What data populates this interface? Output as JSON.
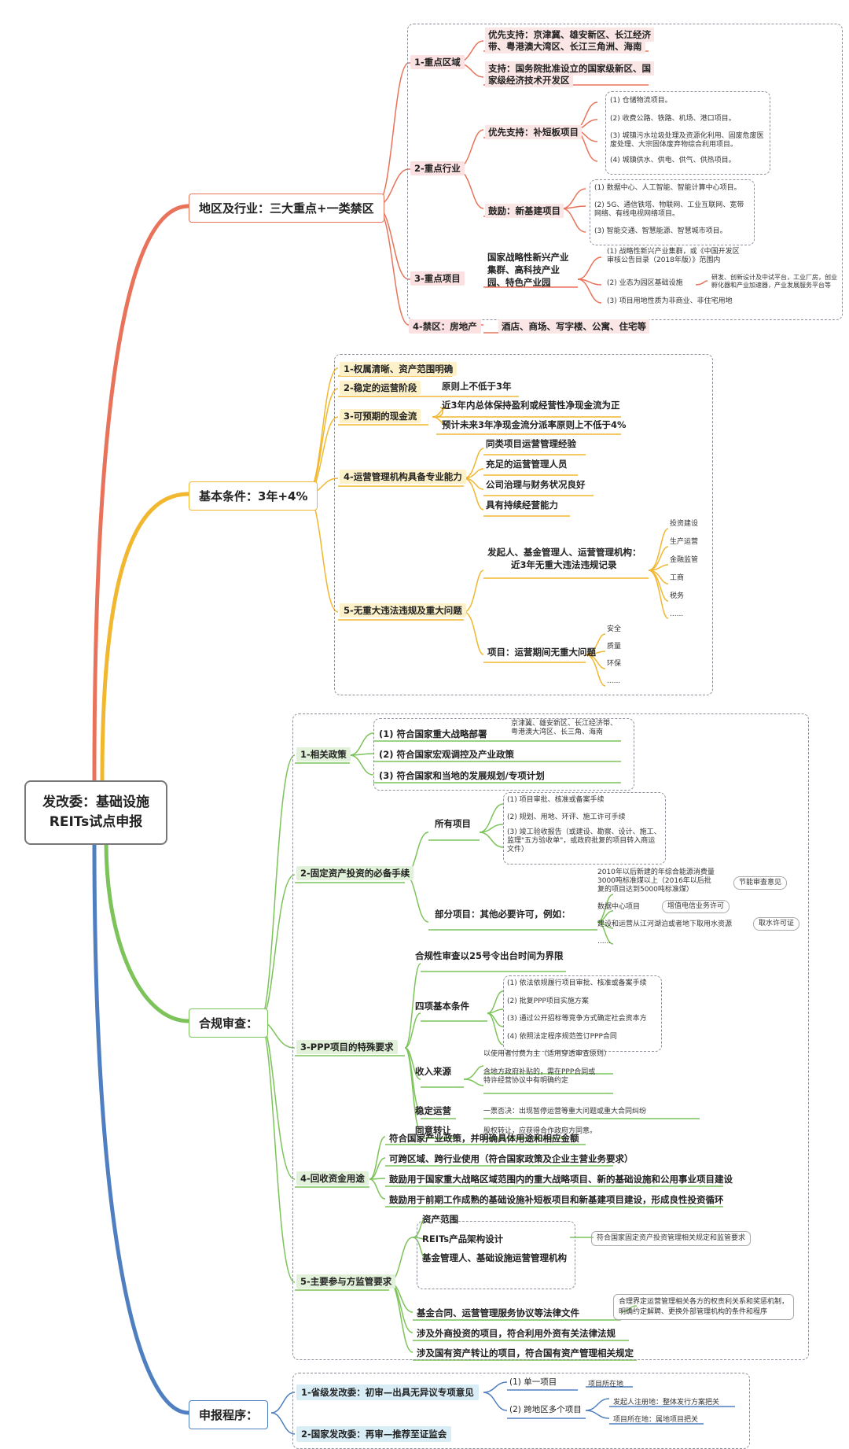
{
  "root": {
    "line1": "发改委：基础设施",
    "line2": "REITs试点申报"
  },
  "branches": {
    "region": {
      "title": "地区及行业：三大重点+一类禁区",
      "color": "#e8735a",
      "area": {
        "label": "1-重点区域",
        "items": [
          "优先支持：京津冀、雄安新区、长江经济",
          "带、粤港澳大湾区、长江三角洲、海南",
          "支持：国务院批准设立的国家级新区、国",
          "家级经济技术开发区"
        ]
      },
      "industry": {
        "label": "2-重点行业",
        "priority": "优先支持：补短板项目",
        "priority_items": [
          "(1) 仓储物流项目。",
          "(2) 收费公路、铁路、机场、港口项目。",
          "(3) 城镇污水垃圾处理及资源化利用、固废危废医",
          "废处理、大宗固体废弃物综合利用项目。",
          "(4) 城镇供水、供电、供气、供热项目。"
        ],
        "encourage": "鼓励：新基建项目",
        "encourage_items": [
          "(1) 数据中心、人工智能、智能计算中心项目。",
          "(2) 5G、通信铁塔、物联网、工业互联网、宽带",
          "网络、有线电视网络项目。",
          "(3) 智能交通、智慧能源、智慧城市项目。"
        ]
      },
      "project": {
        "label": "3-重点项目",
        "name": [
          "国家战略性新兴产业",
          "集群、高科技产业",
          "园、特色产业园"
        ],
        "items": [
          "(1) 战略性新兴产业集群，或《中国开发区",
          "审核公告目录（2018年版）》范围内",
          "(2) 业态为园区基础设施",
          "(3)  项目用地性质为非商业、非住宅用地"
        ],
        "detail": [
          "研发、创新设计及中试平台，工业厂房，创业",
          "孵化器和产业加速器，产业发展服务平台等"
        ]
      },
      "ban": {
        "label": "4-禁区：房地产",
        "items": "酒店、商场、写字楼、公寓、住宅等"
      }
    },
    "basic": {
      "title": "基本条件：3年+4%",
      "color": "#f0b72f",
      "c1": "1-权属清晰、资产范围明确",
      "c2": "2-稳定的运营阶段",
      "c2a": "原则上不低于3年",
      "c3": "3-可预期的现金流",
      "c3a": "近3年内总体保持盈利或经营性净现金流为正",
      "c3b": "预计未来3年净现金流分派率原则上不低于4%",
      "c4": "4-运营管理机构具备专业能力",
      "c4items": [
        "同类项目运营管理经验",
        "充足的运营管理人员",
        "公司治理与财务状况良好",
        "具有持续经营能力"
      ],
      "c5": "5-无重大违法违规及重大问题",
      "c5a": [
        "发起人、基金管理人、运营管理机构：",
        "近3年无重大违法违规记录"
      ],
      "c5a_items": [
        "投资建设",
        "生产运营",
        "金融监管",
        "工商",
        "税务",
        "......"
      ],
      "c5b": "项目：运营期间无重大问题",
      "c5b_items": [
        "安全",
        "质量",
        "环保",
        "......"
      ]
    },
    "compliance": {
      "title": "合规审查：",
      "color": "#7cc35a",
      "p1": "1-相关政策",
      "p1items": [
        "(1) 符合国家重大战略部署",
        "(2) 符合国家宏观调控及产业政策",
        "(3) 符合国家和当地的发展规划/专项计划"
      ],
      "p1note": [
        "京津冀、雄安新区、长江经济带、",
        "粤港澳大湾区、长三角、海南"
      ],
      "p2": "2-固定资产投资的必备手续",
      "p2all": "所有项目",
      "p2all_items": [
        "(1) 项目审批、核准或备案手续",
        "(2) 规划、用地、环评、施工许可手续",
        "(3) 竣工验收报告（或建设、勘察、设计、施工、",
        "监理\"五方验收单\"，或政府批复的项目转入商运",
        "文件）"
      ],
      "p2part": "部分项目：其他必要许可，例如：",
      "p2part_items": [
        "2010年以后新建的年综合能源消费量",
        "3000吨标准煤以上（2016年以后批",
        "复的项目达到5000吨标准煤）",
        "数据中心项目",
        "建设和运营从江河湖泊或者地下取用水资源",
        "......"
      ],
      "p2part_notes": [
        "节能审查意见",
        "增值电信业务许可",
        "取水许可证"
      ],
      "p3": "3-PPP项目的特殊要求",
      "p3a": "合规性审查以25号令出台时间为界限",
      "p3b": "四项基本条件",
      "p3b_items": [
        "(1)  依法依规履行项目审批、核准或备案手续",
        "(2)  批复PPP项目实施方案",
        "(3)  通过公开招标等竞争方式确定社会资本方",
        "(4)  依照法定程序规范签订PPP合同"
      ],
      "p3c": "收入来源",
      "p3c_items": [
        "以使用者付费为主（适用穿透审查原则）",
        "含地方政府补贴的，需在PPP合同或",
        "特许经营协议中有明确约定"
      ],
      "p3d": "稳定运营",
      "p3d_item": "一票否决：出现暂停运营等重大问题或重大合同纠纷",
      "p3e": "同意转让",
      "p3e_item": "股权转让，应获得合作政府方同意。",
      "p4": "4-回收资金用途",
      "p4items": [
        "符合国家产业政策，并明确具体用途和相应金额",
        "可跨区域、跨行业使用（符合国家政策及企业主营业务要求）",
        "鼓励用于国家重大战略区域范围内的重大战略项目、新的基础设施和公用事业项目建设",
        "鼓励用于前期工作成熟的基础设施补短板项目和新基建项目建设，形成良性投资循环"
      ],
      "p5": "5-主要参与方监管要求",
      "p5items": [
        "资产范围",
        "REITs产品架构设计",
        "基金管理人、基础设施运营管理机构",
        "基金合同、运营管理服务协议等法律文件",
        "涉及外商投资的项目，符合利用外资有关法律法规",
        "涉及国有资产转让的项目，符合国有资产管理相关规定"
      ],
      "p5note1": "符合国家固定资产投资管理相关规定和监管要求",
      "p5note2": [
        "合理界定运营管理相关各方的权责利关系和奖惩机制，",
        "明确约定解聘、更换外部管理机构的条件和程序"
      ]
    },
    "apply": {
      "title": "申报程序：",
      "color": "#4f7fc0",
      "s1": "1-省级发改委：初审—出具无异议专项意见",
      "s2": "2-国家发改委：再审—推荐至证监会",
      "a": "(1) 单一项目",
      "a_note": "项目所在地",
      "b": "(2) 跨地区多个项目",
      "b_notes": [
        "发起人注册地：整体发行方案把关",
        "项目所在地：属地项目把关"
      ]
    }
  }
}
